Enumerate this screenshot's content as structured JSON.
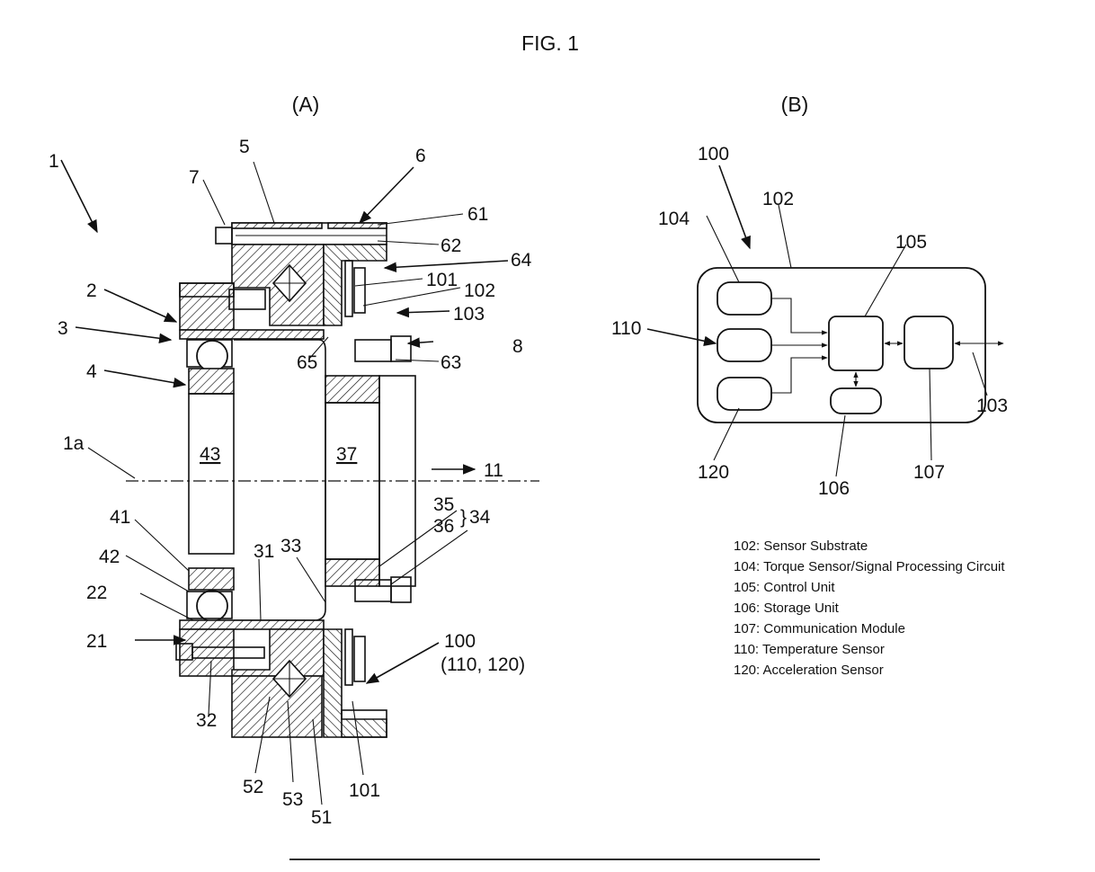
{
  "figure": {
    "title": "FIG. 1",
    "panel_a": "(A)",
    "panel_b": "(B)"
  },
  "labels_a": {
    "l1": "1",
    "l1a": "1a",
    "l2": "2",
    "l3": "3",
    "l4": "4",
    "l5": "5",
    "l6": "6",
    "l7": "7",
    "l8": "8",
    "l11": "11",
    "l21": "21",
    "l22": "22",
    "l31": "31",
    "l32": "32",
    "l33": "33",
    "l34": "34",
    "l35": "35",
    "l36": "36",
    "l37": "37",
    "l41": "41",
    "l42": "42",
    "l43": "43",
    "l51": "51",
    "l52": "52",
    "l53": "53",
    "l61": "61",
    "l62": "62",
    "l63": "63",
    "l64": "64",
    "l65": "65",
    "l100": "100",
    "l100sub": "(110, 120)",
    "l101a": "101",
    "l101b": "101",
    "l102": "102",
    "l103": "103"
  },
  "labels_b": {
    "l100": "100",
    "l102": "102",
    "l103": "103",
    "l104": "104",
    "l105": "105",
    "l106": "106",
    "l107": "107",
    "l110": "110",
    "l120": "120"
  },
  "legend": [
    "102: Sensor Substrate",
    "104: Torque Sensor/Signal Processing Circuit",
    "105: Control Unit",
    "106: Storage Unit",
    "107: Communication Module",
    "110: Temperature Sensor",
    "120: Acceleration Sensor"
  ]
}
